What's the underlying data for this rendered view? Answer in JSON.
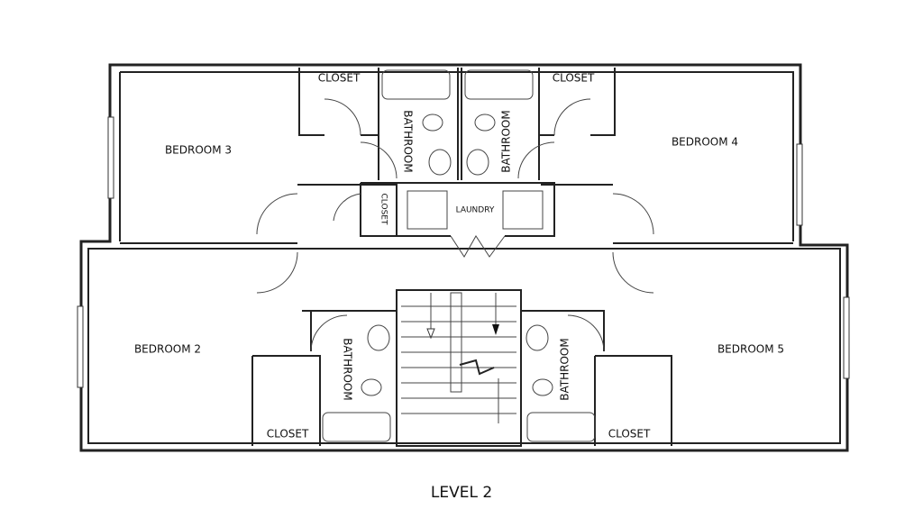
{
  "title": "LEVEL 2",
  "rooms": {
    "bedroom3": "BEDROOM 3",
    "bedroom4": "BEDROOM 4",
    "bedroom2": "BEDROOM 2",
    "bedroom5": "BEDROOM 5",
    "closet": "CLOSET",
    "bathroom": "BATHROOM",
    "laundry": "LAUNDRY"
  }
}
